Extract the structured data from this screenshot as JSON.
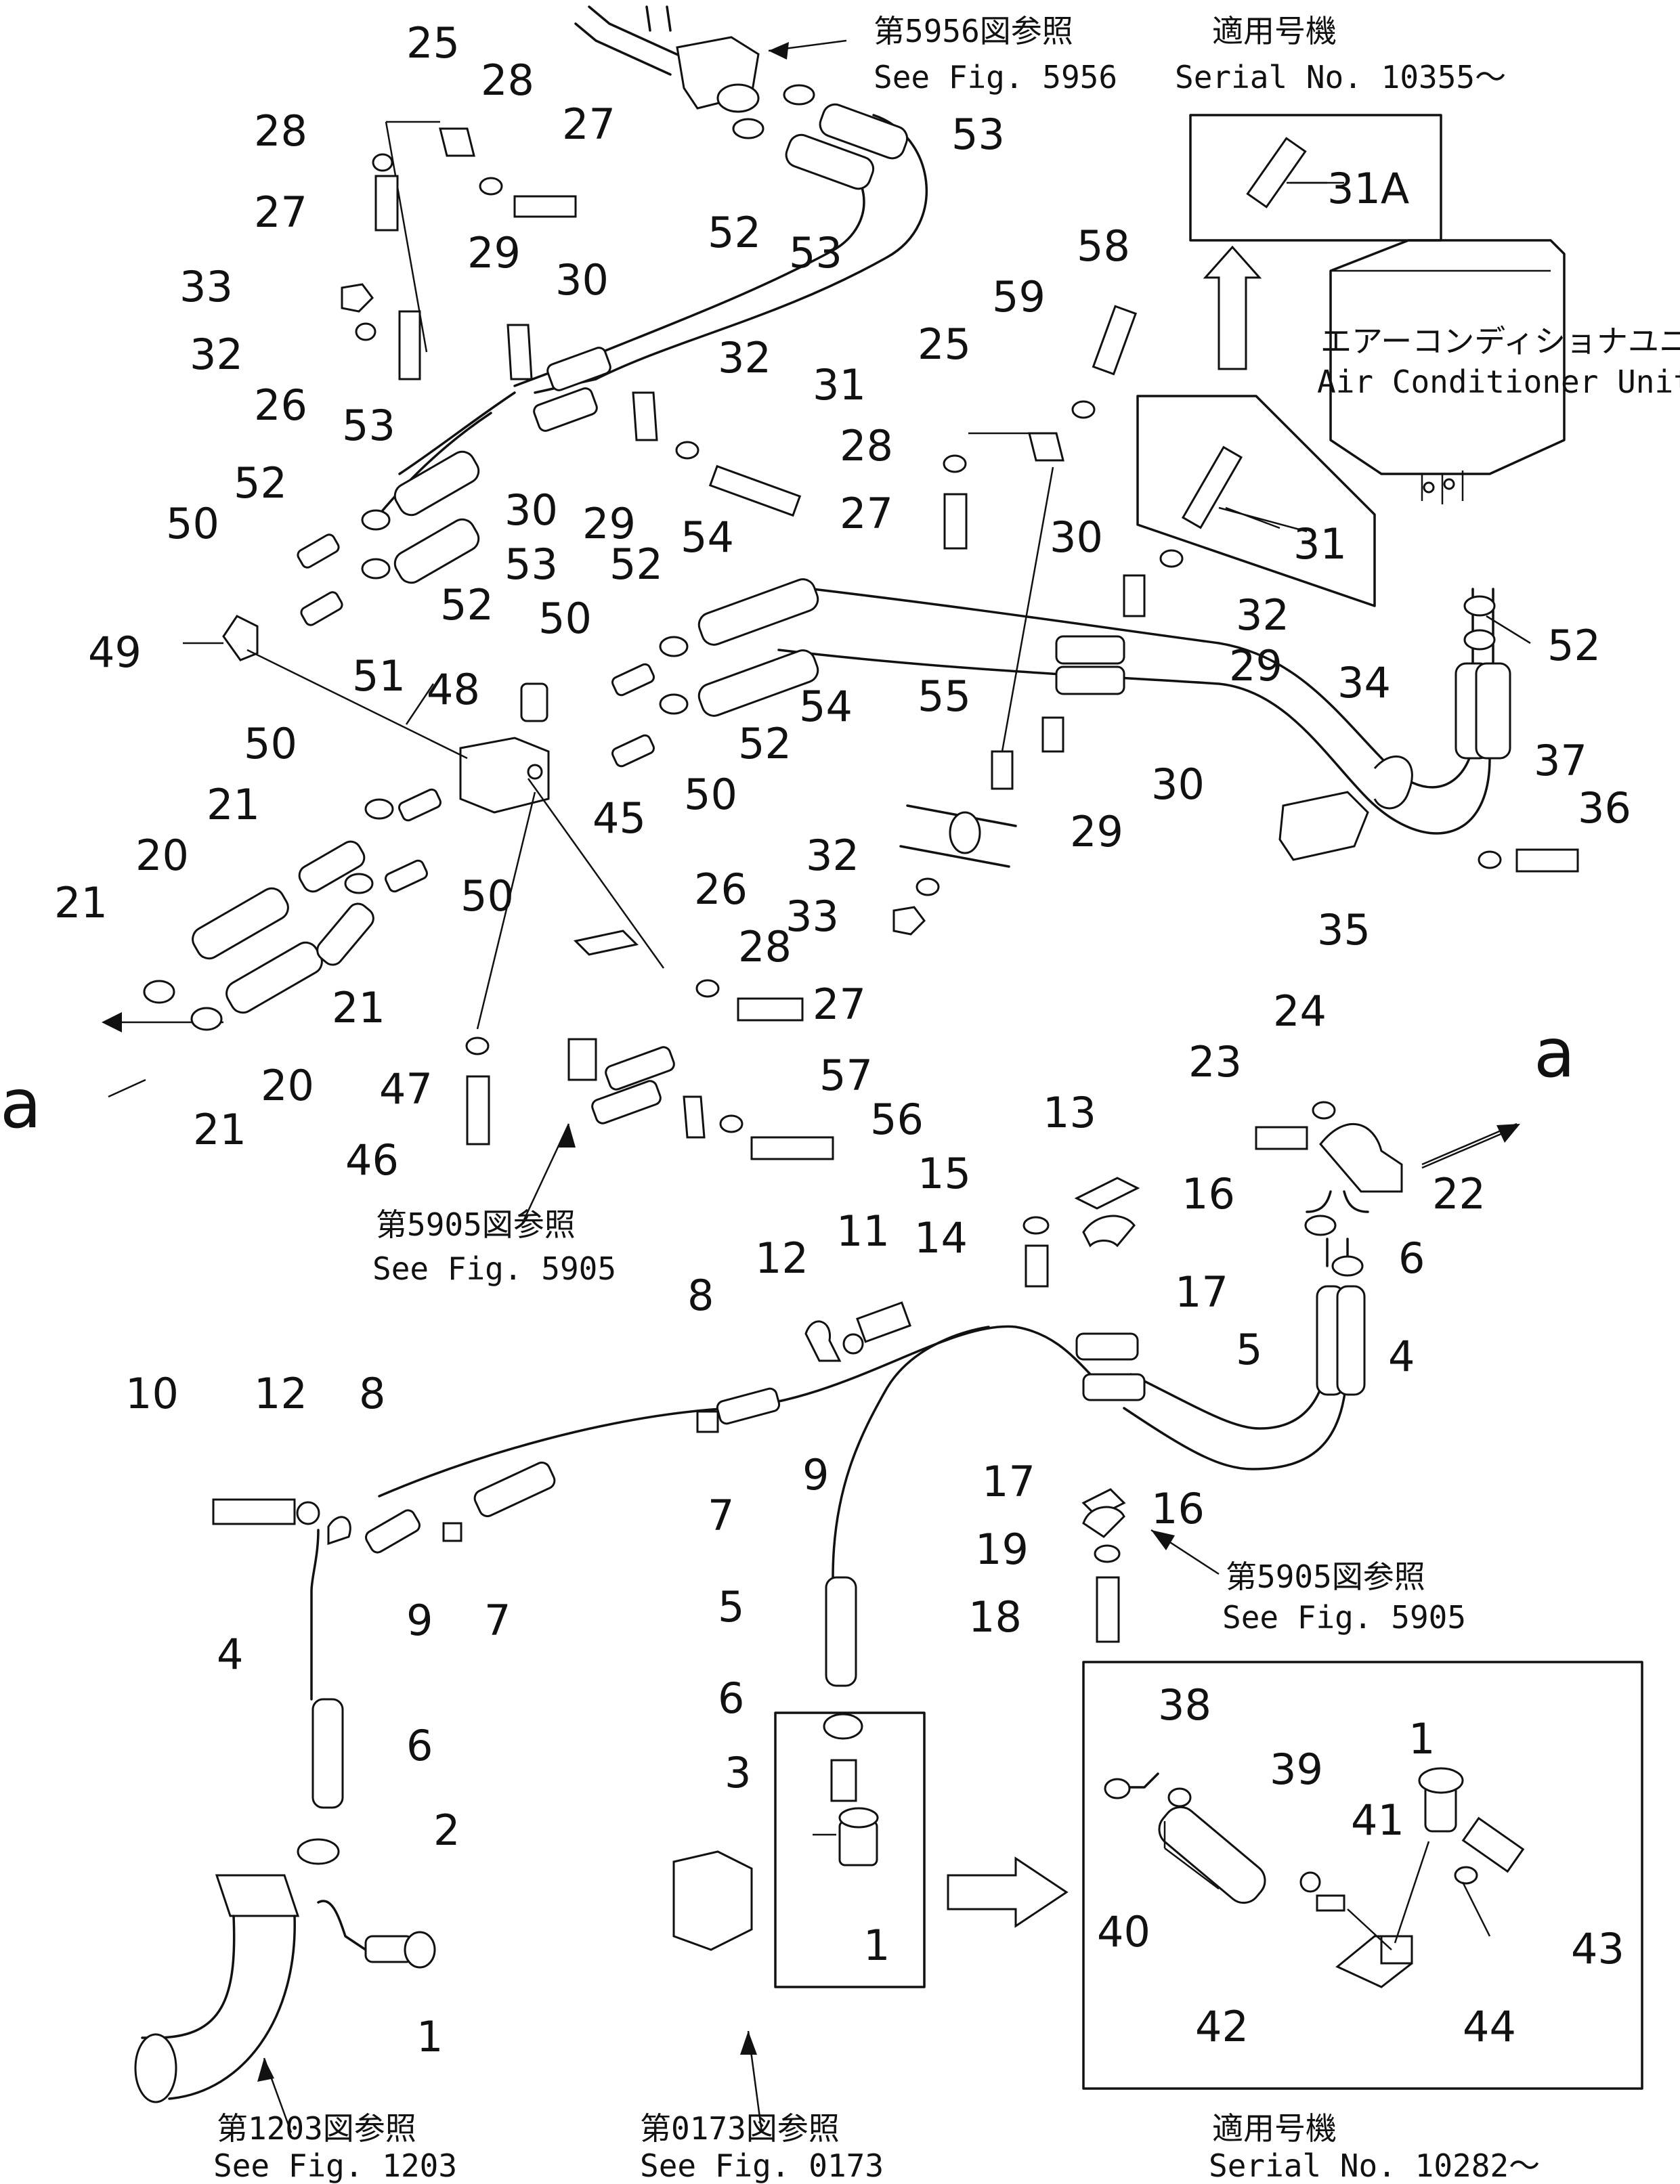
{
  "references": {
    "fig5956_jp": "第5956図参照",
    "fig5956_en": "See  Fig. 5956",
    "serial_top_jp": "適用号機",
    "serial_top_en": "Serial No. 10355～",
    "aircon_jp": "エアーコンディショナユニット",
    "aircon_en": "Air  Conditioner  Unit",
    "fig5905a_jp": "第5905図参照",
    "fig5905a_en": "See  Fig. 5905",
    "fig5905b_jp": "第5905図参照",
    "fig5905b_en": "See  Fig. 5905",
    "fig1203_jp": "第1203図参照",
    "fig1203_en": "See  Fig. 1203",
    "fig0173_jp": "第0173図参照",
    "fig0173_en": "See  Fig. 0173",
    "serial_bottom_jp": "適用号機",
    "serial_bottom_en": "Serial  No. 10282～"
  },
  "connector_label": "a",
  "callout_labels": {
    "p31a": "31A",
    "p1": "1",
    "p2": "2",
    "p3": "3",
    "p4": "4",
    "p5": "5",
    "p6": "6",
    "p7": "7",
    "p8": "8",
    "p9": "9",
    "p10": "10",
    "p11": "11",
    "p12": "12",
    "p13": "13",
    "p14": "14",
    "p15": "15",
    "p16": "16",
    "p17": "17",
    "p18": "18",
    "p19": "19",
    "p20": "20",
    "p21": "21",
    "p22": "22",
    "p23": "23",
    "p24": "24",
    "p25": "25",
    "p26": "26",
    "p27": "27",
    "p28": "28",
    "p29": "29",
    "p30": "30",
    "p31": "31",
    "p32": "32",
    "p33": "33",
    "p34": "34",
    "p35": "35",
    "p36": "36",
    "p37": "37",
    "p38": "38",
    "p39": "39",
    "p40": "40",
    "p41": "41",
    "p42": "42",
    "p43": "43",
    "p44": "44",
    "p45": "45",
    "p46": "46",
    "p47": "47",
    "p48": "48",
    "p49": "49",
    "p50": "50",
    "p51": "51",
    "p52": "52",
    "p53": "53",
    "p54": "54",
    "p55": "55",
    "p56": "56",
    "p57": "57",
    "p58": "58",
    "p59": "59"
  }
}
